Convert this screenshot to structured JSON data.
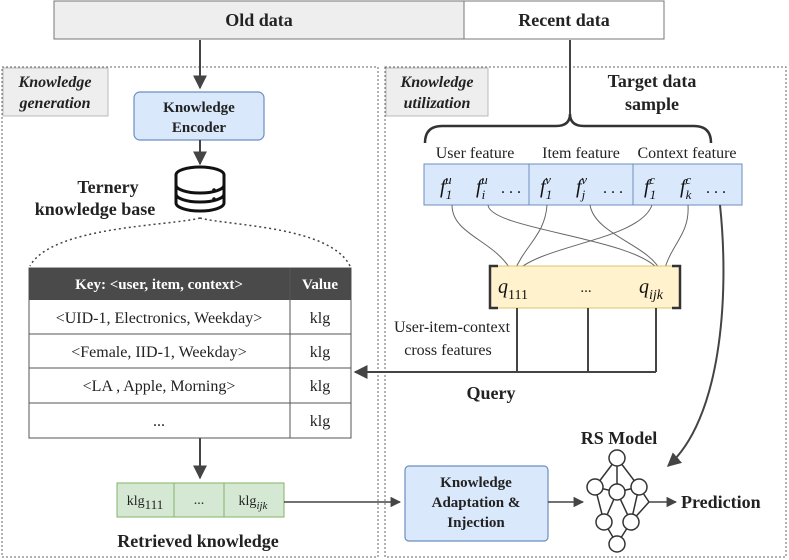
{
  "header": {
    "old_data": "Old data",
    "recent_data": "Recent data"
  },
  "generation": {
    "section_label_1": "Knowledge",
    "section_label_2": "generation",
    "encoder_1": "Knowledge",
    "encoder_2": "Encoder",
    "kb_label_1": "Ternery",
    "kb_label_2": "knowledge base",
    "table": {
      "key_header": "Key: <user, item, context>",
      "value_header": "Value",
      "rows": [
        {
          "key": "<UID-1, Electronics, Weekday>",
          "value": "klg"
        },
        {
          "key": "<Female, IID-1, Weekday>",
          "value": "klg"
        },
        {
          "key": "<LA , Apple, Morning>",
          "value": "klg"
        },
        {
          "key": "...",
          "value": "klg"
        }
      ]
    },
    "retrieved": {
      "cell1_base": "klg",
      "cell1_sub": "111",
      "ellipsis": "...",
      "cell3_base": "klg",
      "cell3_sub": "ijk",
      "label": "Retrieved knowledge"
    }
  },
  "utilization": {
    "section_label_1": "Knowledge",
    "section_label_2": "utilization",
    "target_1": "Target data",
    "target_2": "sample",
    "user_feature": "User feature",
    "item_feature": "Item feature",
    "context_feature": "Context feature",
    "features": {
      "f": "f",
      "sub_1": "1",
      "sub_i": "i",
      "sub_j": "j",
      "sub_k": "k",
      "sup_u": "u",
      "sup_v": "v",
      "sup_c": "c",
      "dots": ". . ."
    },
    "query_box": {
      "q": "q",
      "sub_111": "111",
      "sub_ijk": "ijk",
      "ellipsis": "..."
    },
    "cross_label_1": "User-item-context",
    "cross_label_2": "cross features",
    "query_label": "Query",
    "adapt_1": "Knowledge",
    "adapt_2": "Adaptation &",
    "adapt_3": "Injection",
    "rs_model": "RS Model",
    "prediction": "Prediction"
  }
}
